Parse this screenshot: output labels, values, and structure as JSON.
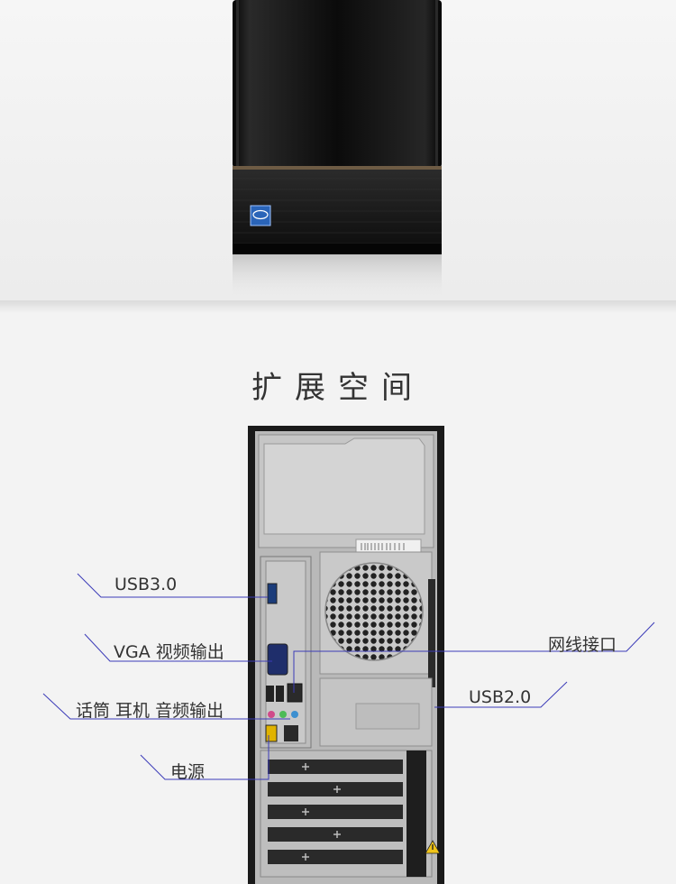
{
  "section_title": "扩展空间",
  "callouts": [
    {
      "id": "usb3",
      "label": "USB3.0"
    },
    {
      "id": "vga",
      "label": "VGA 视频输出"
    },
    {
      "id": "audio",
      "label": "话筒 耳机 音频输出"
    },
    {
      "id": "power",
      "label": "电源"
    },
    {
      "id": "lan",
      "label": "网线接口"
    },
    {
      "id": "usb2",
      "label": "USB2.0"
    }
  ],
  "colors": {
    "callout_line": "#3b3bb8",
    "title_text": "#333333",
    "tower_dark": "#151515",
    "panel_gray": "#b7b7b7"
  },
  "icons": [
    "intel-badge-icon",
    "warning-triangle-icon"
  ]
}
